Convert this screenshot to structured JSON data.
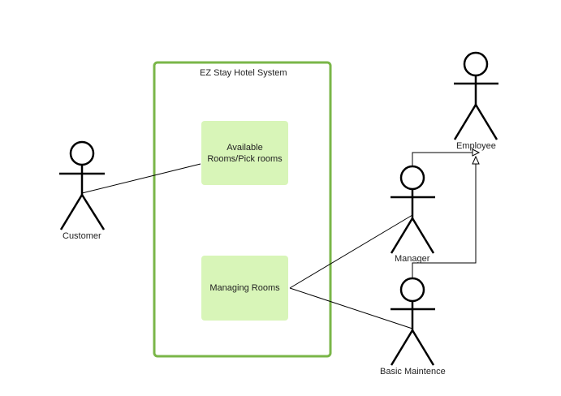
{
  "system": {
    "title": "EZ Stay Hotel System",
    "border_color": "#7ab648",
    "usecase_fill": "#d8f5b8"
  },
  "use_cases": [
    {
      "label_line1": "Available",
      "label_line2": "Rooms/Pick rooms"
    },
    {
      "label_line1": "Managing Rooms"
    }
  ],
  "actors": {
    "customer": "Customer",
    "employee": "Employee",
    "manager": "Manager",
    "basic_maintence": "Basic Maintence"
  },
  "relationships": [
    {
      "from": "Customer",
      "to": "Available Rooms/Pick rooms",
      "type": "association"
    },
    {
      "from": "Manager",
      "to": "Managing Rooms",
      "type": "association"
    },
    {
      "from": "Basic Maintence",
      "to": "Managing Rooms",
      "type": "association"
    },
    {
      "from": "Manager",
      "to": "Employee",
      "type": "generalization"
    },
    {
      "from": "Basic Maintence",
      "to": "Employee",
      "type": "generalization"
    }
  ]
}
